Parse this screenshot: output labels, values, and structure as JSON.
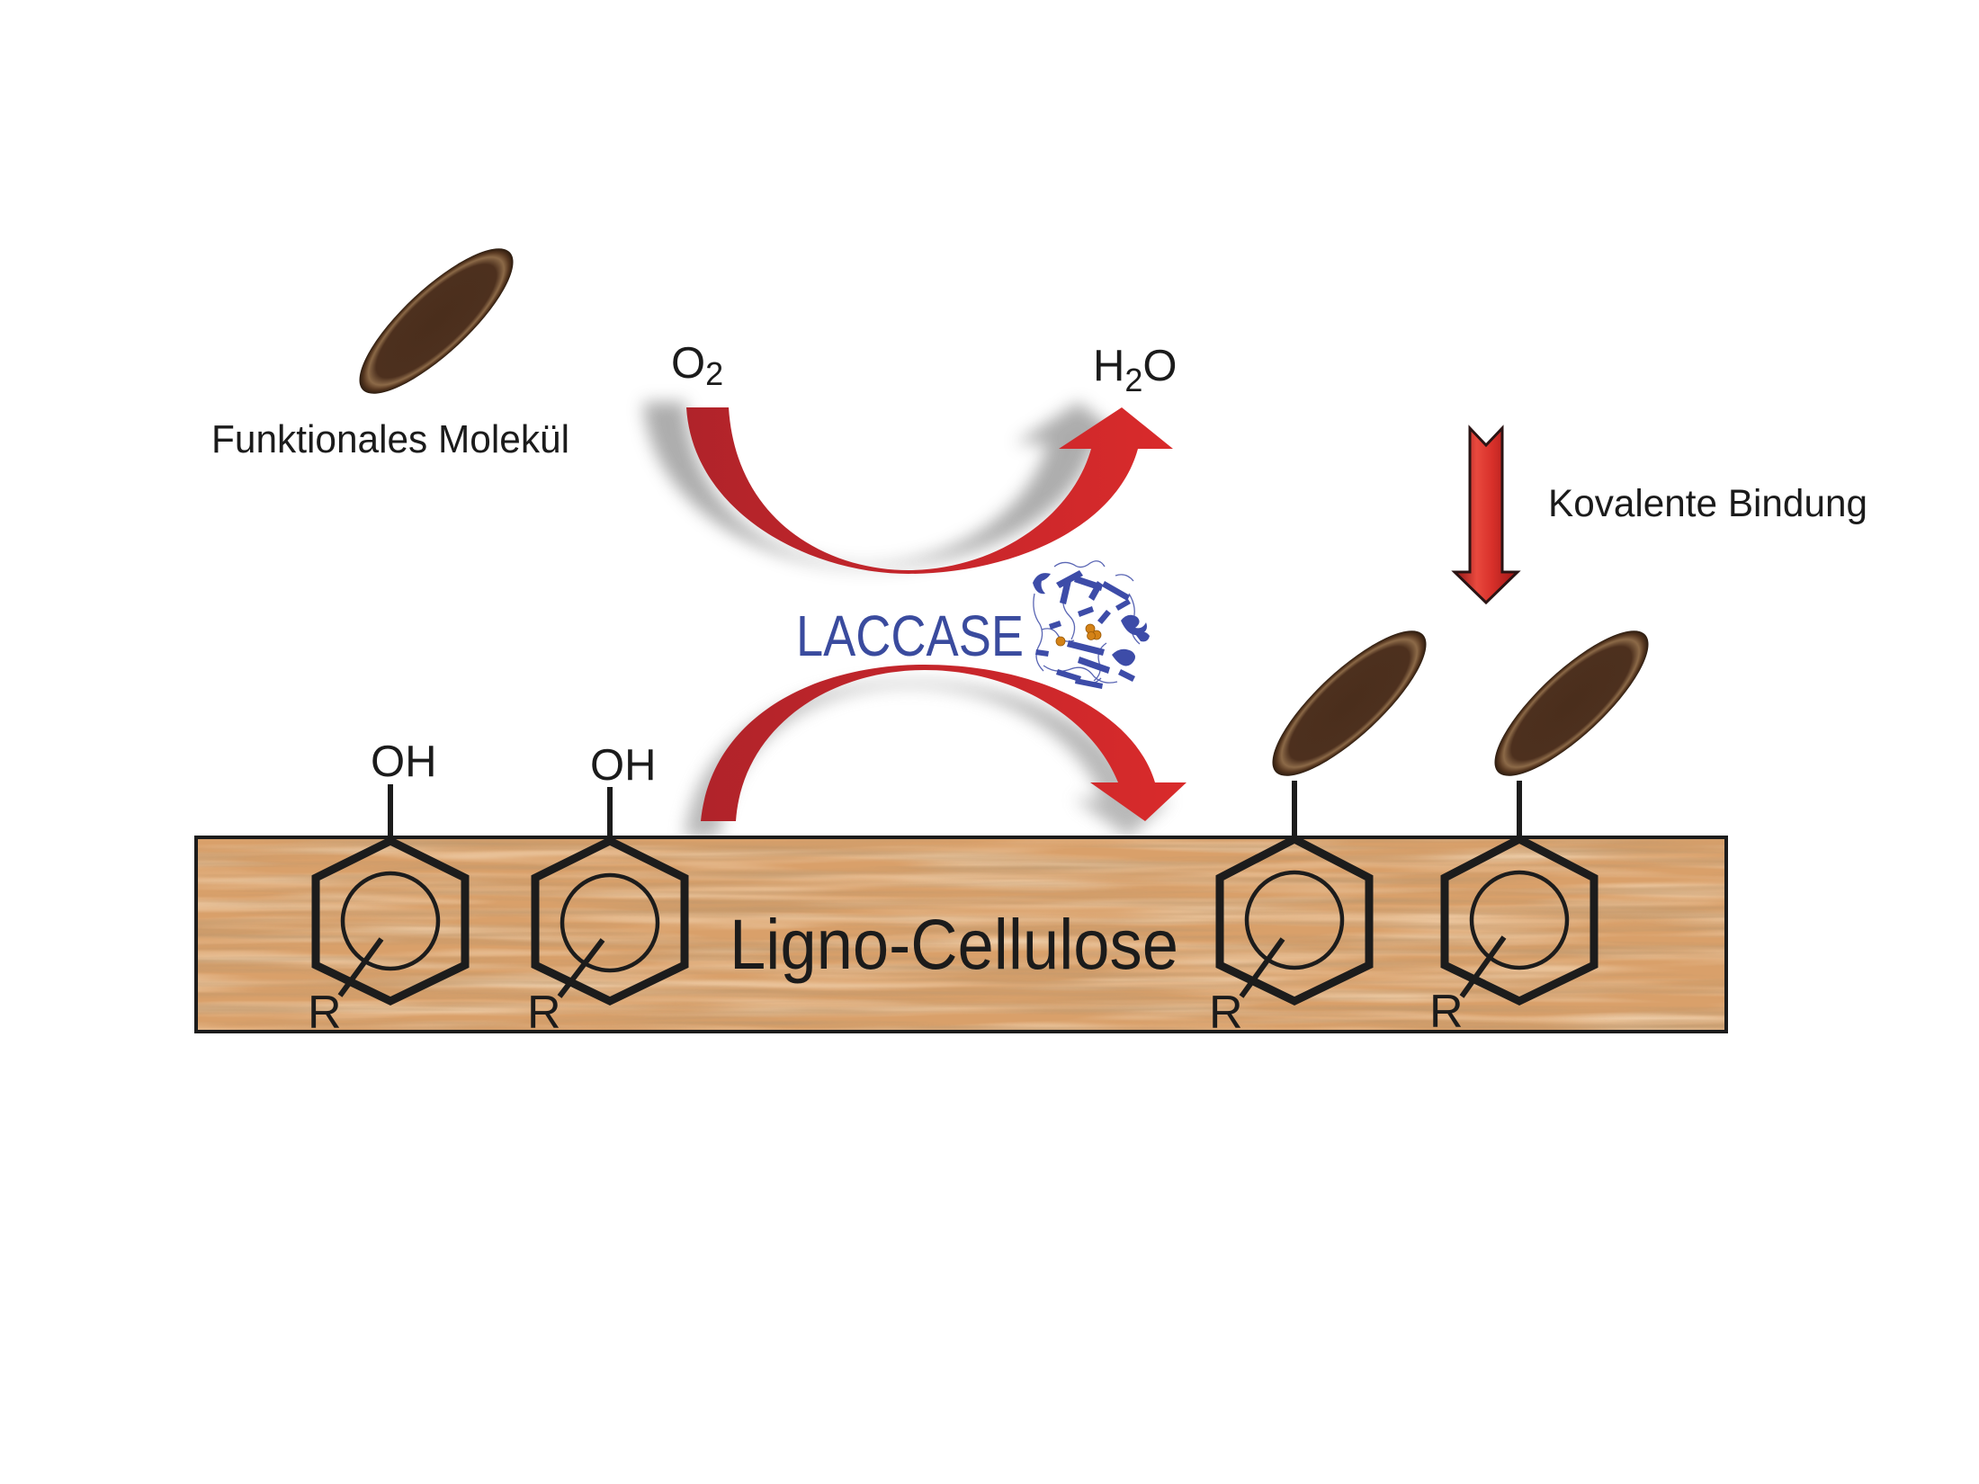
{
  "labels": {
    "functional_molecule": "Funktionales Molekül",
    "oxygen": {
      "base": "O",
      "sub": "2"
    },
    "water": {
      "pre": "H",
      "sub": "2",
      "post": "O"
    },
    "enzyme": "LACCASE",
    "covalent_bond": "Kovalente Bindung",
    "substrate": "Ligno-Cellulose"
  },
  "rings": [
    {
      "substituent": "hydroxyl",
      "top_label": "OH",
      "residue": "R"
    },
    {
      "substituent": "hydroxyl",
      "top_label": "OH",
      "residue": "R"
    },
    {
      "substituent": "functional-molecule",
      "residue": "R"
    },
    {
      "substituent": "functional-molecule",
      "residue": "R"
    }
  ],
  "colors": {
    "arrow_red": "#d42a2a",
    "arrow_red_dark": "#b0232a",
    "molecule_brown": "#4a2e1c",
    "wood": "#d9a06a",
    "enzyme_blue": "#3a4b9e",
    "copper_orange": "#d48216",
    "ink": "#1b1b1b"
  }
}
